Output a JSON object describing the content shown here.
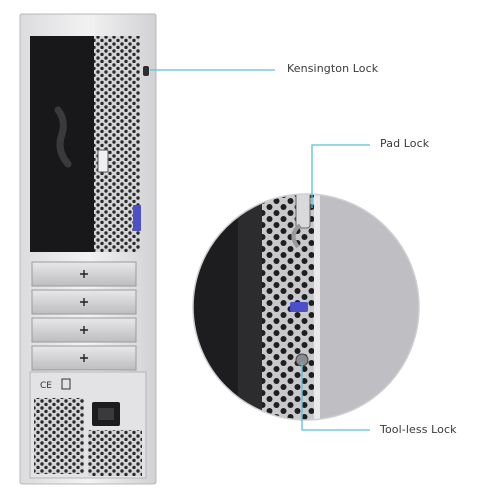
{
  "callouts": {
    "kensington_lock": "Kensington Lock",
    "pad_lock": "Pad Lock",
    "toolless_lock": "Tool-less Lock"
  },
  "colors": {
    "callout_line": "#55c2dc",
    "chassis": "#e9e9ea",
    "dark_panel": "#1b1b1d",
    "vent": "#cfcfd1",
    "lock_accent": "#4b4fc9"
  },
  "icons": [
    "kensington-slot-icon",
    "padlock-loop-icon",
    "toolless-lock-icon",
    "power-socket-icon",
    "ce-mark-icon",
    "weee-bin-icon",
    "plus-icon"
  ],
  "rear_panel": {
    "ce_mark": "CE",
    "expansion_slots": 4,
    "slot_symbol": "+"
  }
}
